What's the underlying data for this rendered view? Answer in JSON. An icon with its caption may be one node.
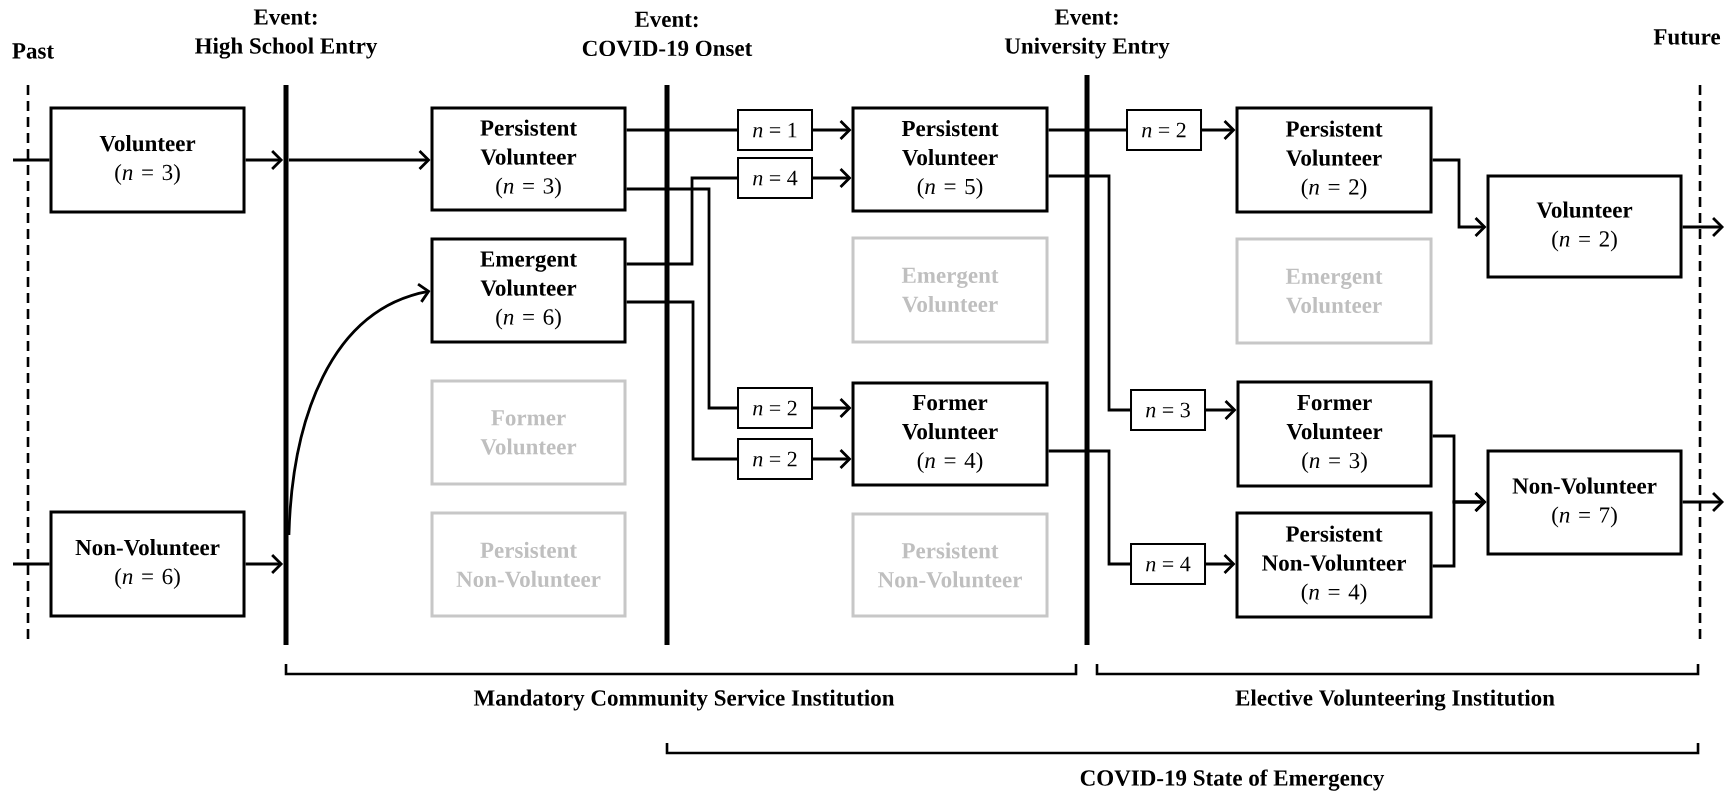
{
  "diagram": {
    "nodes": [
      {
        "text": [
          "Event:",
          "High School Entry"
        ]
      },
      {
        "text": [
          "Event:",
          "COVID-19 Onset"
        ]
      },
      {
        "text": [
          "Event:",
          "University Entry"
        ]
      },
      {
        "text": [
          "Volunteer",
          "(*n* = 3)"
        ]
      },
      {
        "text": [
          "Non-Volunteer",
          "(*n* = 6)"
        ]
      },
      {
        "text": [
          "Persistent Volunteer",
          "(*n* = 3)"
        ]
      },
      {
        "text": [
          "Emergent Volunteer",
          "(*n* = 6)"
        ]
      },
      {
        "text": [
          "Former Volunteer"
        ]
      },
      {
        "text": [
          "Persistent Non-Volunteer"
        ]
      },
      {
        "text": [
          "Persistent Volunteer",
          "(*n* = 5)"
        ]
      },
      {
        "text": [
          "Emergent Volunteer"
        ]
      },
      {
        "text": [
          "Former Volunteer",
          "(*n* = 4)"
        ]
      },
      {
        "text": [
          "Persistent Non-Volunteer"
        ]
      },
      {
        "text": [
          "Persistent Volunteer",
          "(*n* = 2)"
        ]
      },
      {
        "text": [
          "Emergent Volunteer"
        ]
      },
      {
        "text": [
          "Former Volunteer",
          "(*n* = 3)"
        ]
      },
      {
        "text": [
          "Persistent Non-Volunteer",
          "(*n* = 4)"
        ]
      },
      {
        "text": [
          "Volunteer",
          "(*n* = 2)"
        ]
      },
      {
        "text": [
          "Non-Volunteer",
          "(*n* = 7)"
        ]
      }
    ],
    "edges": [
      {
        "from": null,
        "to": 3,
        "arrow": "none"
      },
      {
        "from": null,
        "to": 4,
        "arrow": "none"
      },
      {
        "from": 3,
        "to": 0,
        "arrow": "to"
      },
      {
        "from": 4,
        "to": 0,
        "arrow": "to"
      },
      {
        "from": 0,
        "to": 5,
        "arrow": "to"
      },
      {
        "from": 0,
        "to": 6,
        "arrow": "to"
      },
      {
        "from": 5,
        "to": 9,
        "arrow": "to",
        "label": "*n* = 1"
      },
      {
        "from": 6,
        "to": 9,
        "arrow": "to",
        "label": "*n* = 4"
      },
      {
        "from": 5,
        "to": 11,
        "arrow": "to",
        "label": "*n* = 2"
      },
      {
        "from": 6,
        "to": 11,
        "arrow": "to",
        "label": "*n* = 2"
      },
      {
        "from": 9,
        "to": 13,
        "arrow": "to",
        "label": "*n* = 2"
      },
      {
        "from": 9,
        "to": 15,
        "arrow": "to",
        "label": "*n* = 3"
      },
      {
        "from": 11,
        "to": 16,
        "arrow": "to",
        "label": "*n* = 4"
      },
      {
        "from": 13,
        "to": 17,
        "arrow": "to"
      },
      {
        "from": 15,
        "to": 18,
        "arrow": "to"
      },
      {
        "from": 16,
        "to": 18,
        "arrow": "to"
      },
      {
        "from": 17,
        "to": null,
        "arrow": "to"
      },
      {
        "from": 18,
        "to": null,
        "arrow": "to"
      }
    ],
    "labels": [
      "Past",
      "Future",
      "Mandatory Community Service Institution",
      "Elective Volunteering Institution",
      "COVID-19 State of Emergency"
    ]
  }
}
